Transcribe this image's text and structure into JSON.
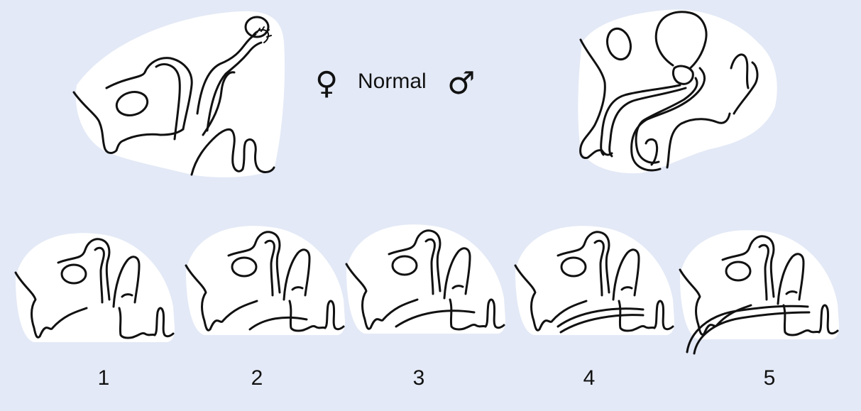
{
  "diagram": {
    "title": "Normal",
    "female_symbol": "♀",
    "male_symbol": "♂",
    "stages": [
      "1",
      "2",
      "3",
      "4",
      "5"
    ],
    "colors": {
      "background": "#e3e9f6",
      "silhouette": "#ffffff",
      "line": "#111111"
    }
  }
}
